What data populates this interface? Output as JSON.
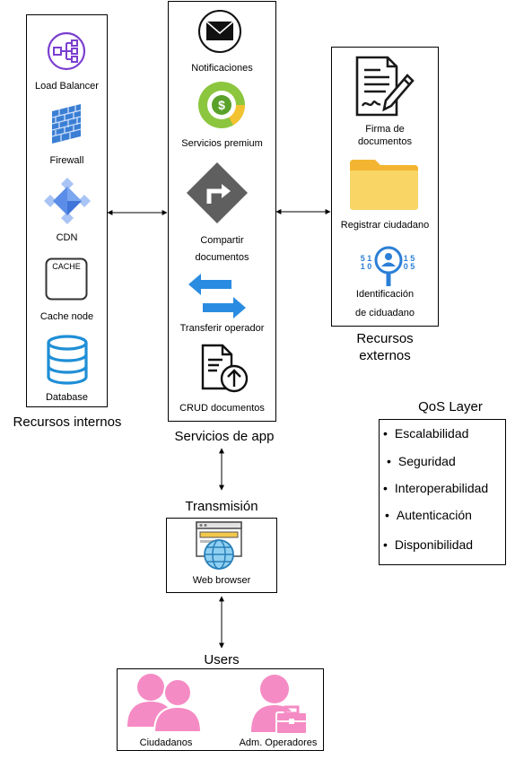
{
  "internal": {
    "caption": "Recursos internos",
    "items": [
      "Load Balancer",
      "Firewall",
      "CDN",
      "Cache node",
      "Database"
    ],
    "cache_icon_text": "CACHE"
  },
  "app": {
    "caption": "Servicios de app",
    "items": [
      "Notificaciones",
      "Servicios premium",
      "Compartir",
      "documentos",
      "Transferir operador",
      "CRUD documentos"
    ]
  },
  "external": {
    "caption_line1": "Recursos",
    "caption_line2": "externos",
    "items": [
      "Firma de",
      "documentos",
      "Registrar ciudadano",
      "Identificación",
      "de ciduadano"
    ],
    "id_digits": [
      "5 1",
      "1 0",
      "1 5",
      "0 5"
    ]
  },
  "qos": {
    "title": "QoS Layer",
    "items": [
      "Escalabilidad",
      "Seguridad",
      "Interoperabilidad",
      "Autenticación",
      "Disponibilidad"
    ]
  },
  "transmission": {
    "caption": "Transmisión",
    "item": "Web browser"
  },
  "users": {
    "caption": "Users",
    "items": [
      "Ciudadanos",
      "Adm. Operadores"
    ]
  },
  "colors": {
    "aws_purple": "#7b3fd0",
    "firewall_blue": "#3b7fd4",
    "cdn_blue": "#5b8de8",
    "db_blue": "#1f8fd6",
    "money_green": "#8cc63f",
    "money_yellow": "#f2c230",
    "share_gray": "#5f5f5f",
    "transfer_blue": "#2a8ce0",
    "folder_yellow": "#f8c94a",
    "id_blue": "#2b7fd6",
    "user_pink": "#f58bc4"
  }
}
